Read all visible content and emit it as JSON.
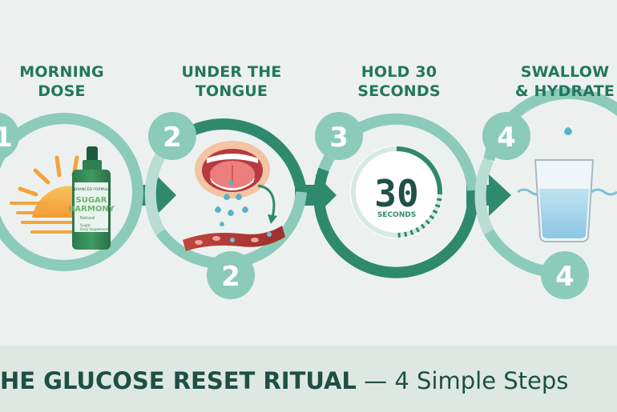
{
  "steps": [
    {
      "number": "1",
      "title_line1": "MORNING",
      "title_line2": "DOSE"
    },
    {
      "number": "2",
      "title_line1": "UNDER THE",
      "title_line2": "TONGUE",
      "secondary_number": "2"
    },
    {
      "number": "3",
      "title_line1": "HOLD 30",
      "title_line2": "SECONDS",
      "timer_value": "30",
      "timer_unit": "SECONDS"
    },
    {
      "number": "4",
      "title_line1": "SWALLOW",
      "title_line2": "& HYDRATE",
      "secondary_number": "4"
    }
  ],
  "bottle": {
    "brand_top": "ADVANCED FORMULA",
    "name_line1": "SUGAR",
    "name_line2": "HARMONY",
    "sub": "Natural",
    "small1": "Sugar",
    "small2": "Daily Supplement"
  },
  "footer": {
    "title_bold": "HE GLUCOSE RESET RITUAL",
    "title_rest": " — 4 Simple Steps"
  },
  "colors": {
    "teal_dark": "#23765d",
    "teal_mid": "#5fae99",
    "teal_light": "#b9ddd3",
    "background": "#ecf1ef",
    "footer_band": "#dde8e3"
  }
}
